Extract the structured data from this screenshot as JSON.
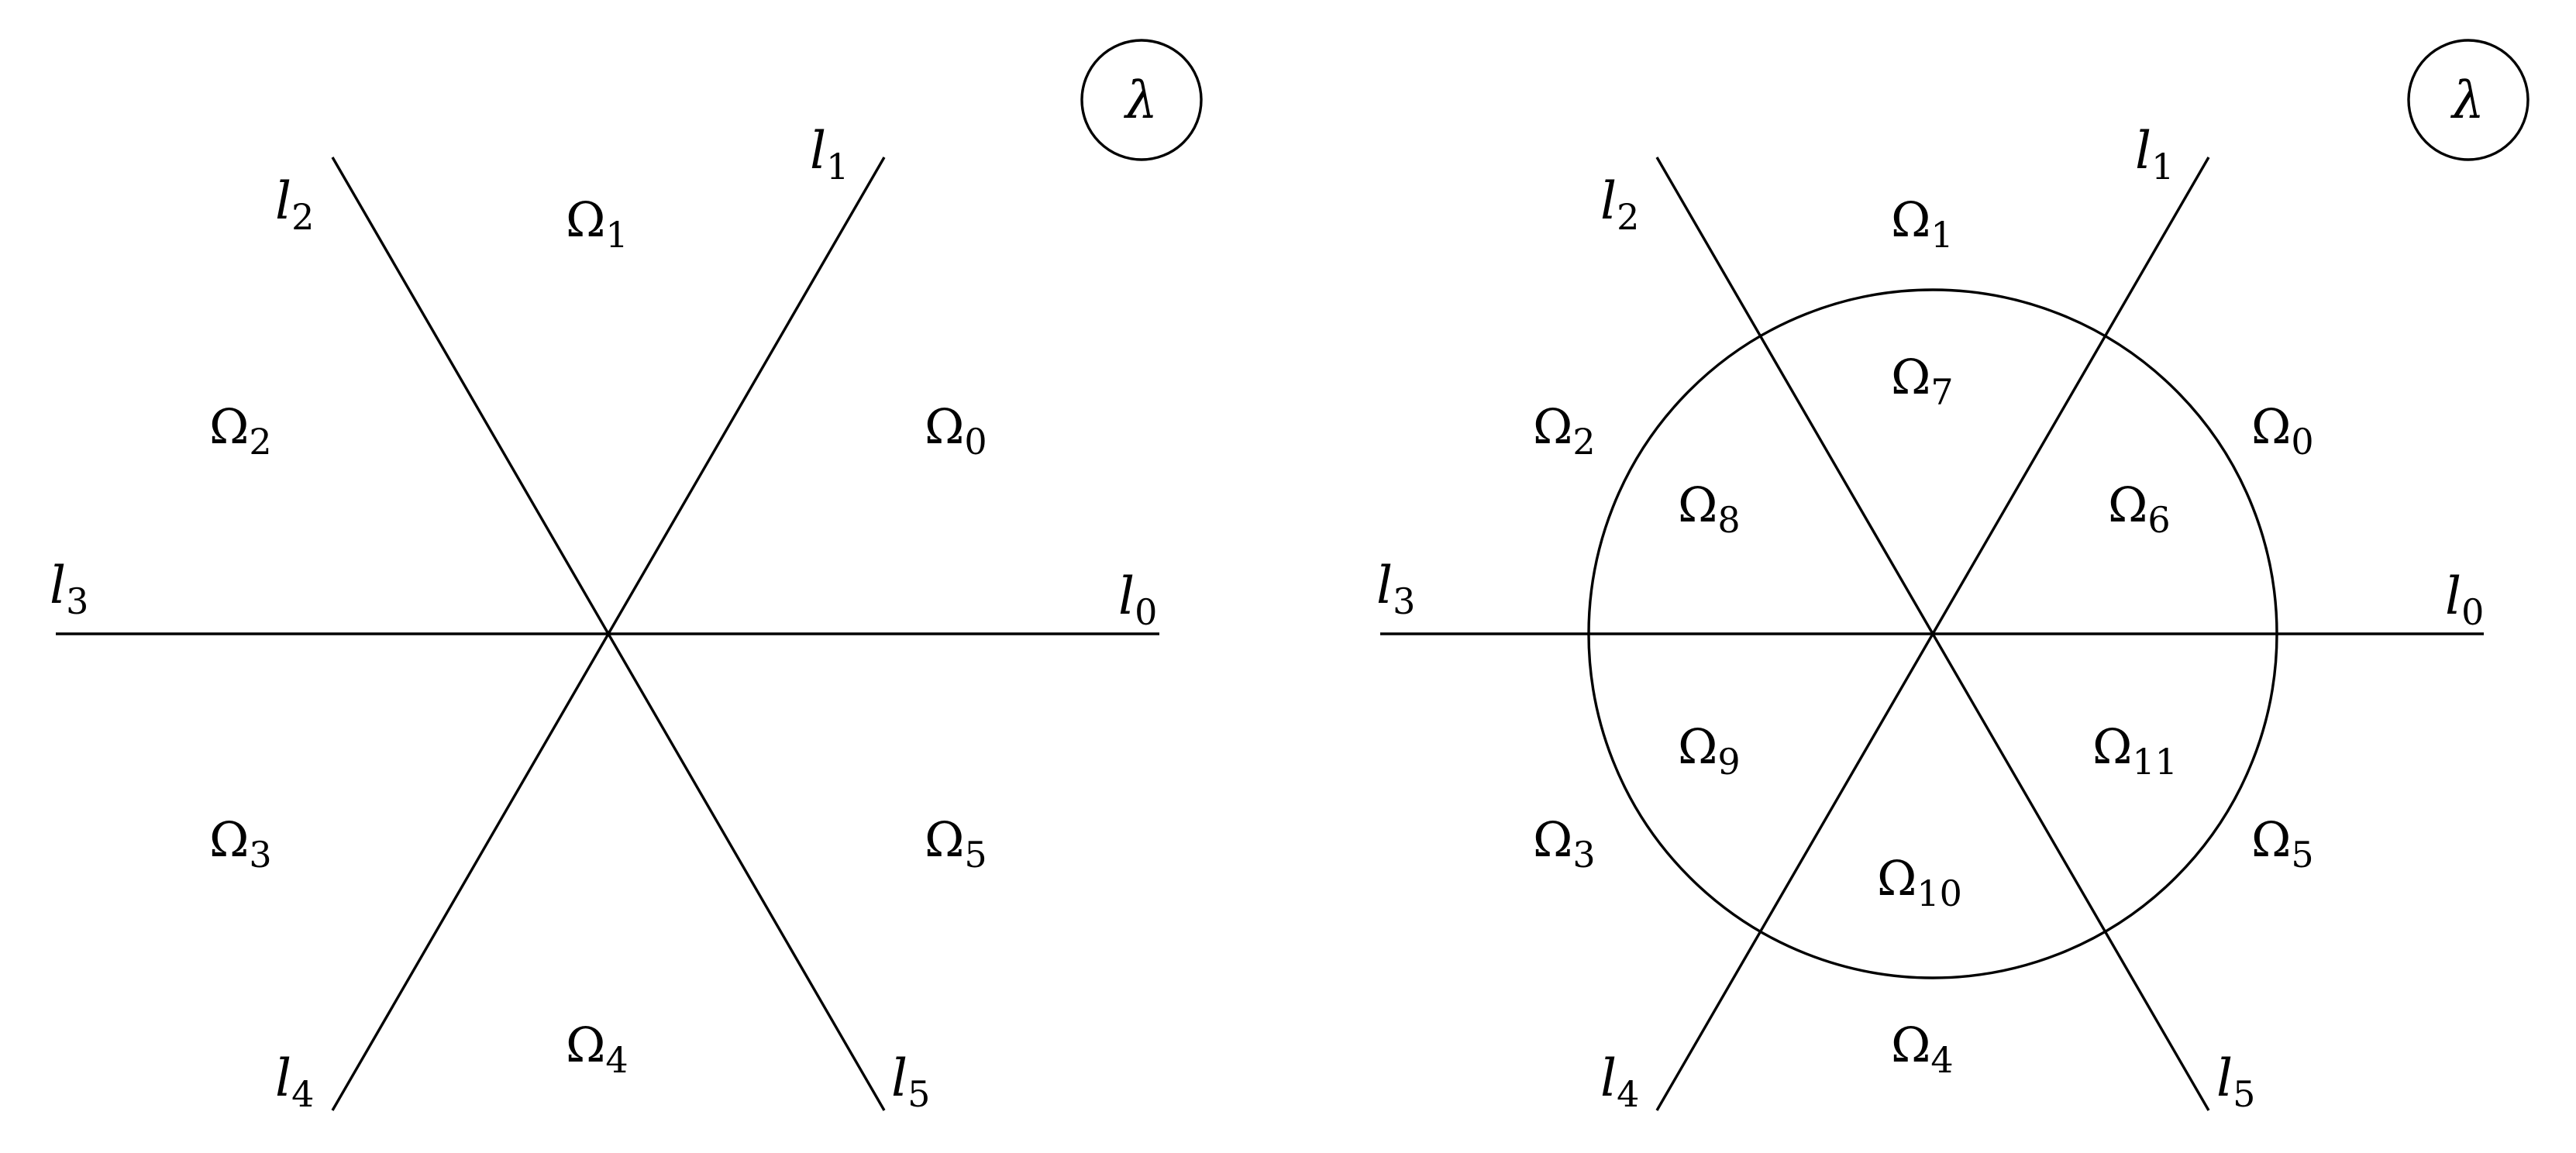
{
  "panels": [
    {
      "name": "left",
      "badge": "λ",
      "lines": [
        {
          "letter": "l",
          "index": "0"
        },
        {
          "letter": "l",
          "index": "1"
        },
        {
          "letter": "l",
          "index": "2"
        },
        {
          "letter": "l",
          "index": "3"
        },
        {
          "letter": "l",
          "index": "4"
        },
        {
          "letter": "l",
          "index": "5"
        }
      ],
      "regions": [
        {
          "letter": "Ω",
          "index": "0"
        },
        {
          "letter": "Ω",
          "index": "1"
        },
        {
          "letter": "Ω",
          "index": "2"
        },
        {
          "letter": "Ω",
          "index": "3"
        },
        {
          "letter": "Ω",
          "index": "4"
        },
        {
          "letter": "Ω",
          "index": "5"
        }
      ]
    },
    {
      "name": "right",
      "badge": "λ",
      "lines": [
        {
          "letter": "l",
          "index": "0"
        },
        {
          "letter": "l",
          "index": "1"
        },
        {
          "letter": "l",
          "index": "2"
        },
        {
          "letter": "l",
          "index": "3"
        },
        {
          "letter": "l",
          "index": "4"
        },
        {
          "letter": "l",
          "index": "5"
        }
      ],
      "regions": [
        {
          "letter": "Ω",
          "index": "0"
        },
        {
          "letter": "Ω",
          "index": "1"
        },
        {
          "letter": "Ω",
          "index": "2"
        },
        {
          "letter": "Ω",
          "index": "3"
        },
        {
          "letter": "Ω",
          "index": "4"
        },
        {
          "letter": "Ω",
          "index": "5"
        },
        {
          "letter": "Ω",
          "index": "6"
        },
        {
          "letter": "Ω",
          "index": "7"
        },
        {
          "letter": "Ω",
          "index": "8"
        },
        {
          "letter": "Ω",
          "index": "9"
        },
        {
          "letter": "Ω",
          "index": "10"
        },
        {
          "letter": "Ω",
          "index": "11"
        }
      ]
    }
  ]
}
